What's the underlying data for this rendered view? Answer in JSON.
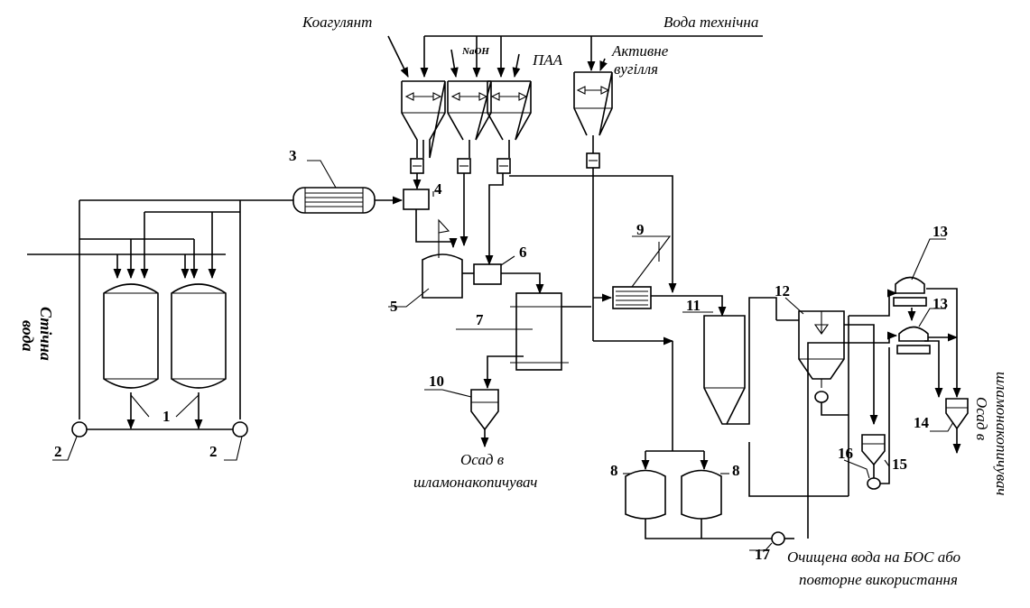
{
  "labels": {
    "coagulant": "Коагулянт",
    "tech_water": "Вода технічна",
    "naoh": "NaOH",
    "paa": "ПАА",
    "activated_carbon_1": "Активне",
    "activated_carbon_2": "вугілля",
    "wastewater_1": "Стічна",
    "wastewater_2": "вода",
    "sludge_left_1": "Осад в",
    "sludge_left_2": "шламонакопичувач",
    "sludge_right_1": "Осад в",
    "sludge_right_2": "шламонакопичувач",
    "clean_water_1": "Очищена вода на БОС або",
    "clean_water_2": "повторне використання"
  },
  "numbers": {
    "n1": "1",
    "n2a": "2",
    "n2b": "2",
    "n3": "3",
    "n4": "4",
    "n5": "5",
    "n6": "6",
    "n7": "7",
    "n8a": "8",
    "n8b": "8",
    "n9": "9",
    "n10": "10",
    "n11": "11",
    "n12": "12",
    "n13a": "13",
    "n13b": "13",
    "n14": "14",
    "n15": "15",
    "n16": "16",
    "n17": "17"
  }
}
